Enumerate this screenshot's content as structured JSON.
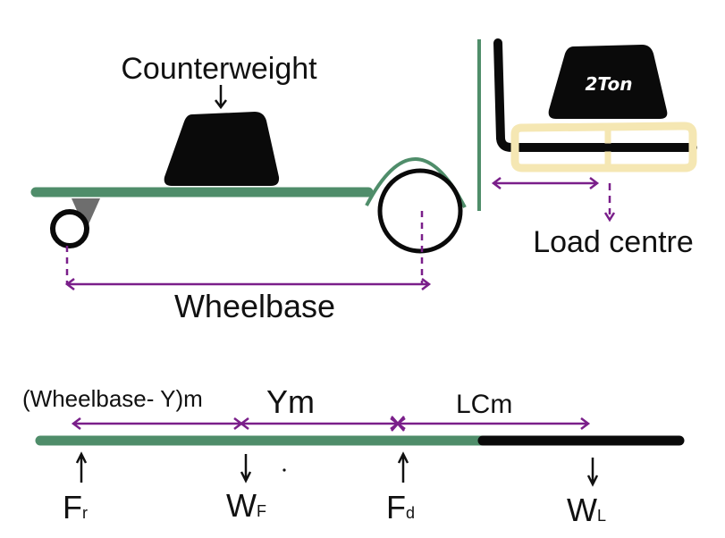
{
  "colors": {
    "frame_green": "#4f8d6a",
    "dimension_purple": "#7a1f8a",
    "black": "#0a0a0a",
    "pallet_cream": "#f5e7b3"
  },
  "top": {
    "counterweight_label": "Counterweight",
    "load_text": "2Ton",
    "load_centre_label": "Load centre",
    "wheelbase_label": "Wheelbase"
  },
  "bottom": {
    "span_left_label": "(Wheelbase- Y)m",
    "span_mid_label": "Ym",
    "span_right_label": "LCm",
    "forces": [
      {
        "name": "F",
        "sub": "r",
        "direction": "up"
      },
      {
        "name": "W",
        "sub": "F",
        "direction": "down"
      },
      {
        "name": "F",
        "sub": "d",
        "direction": "up"
      },
      {
        "name": "W",
        "sub": "L",
        "direction": "down"
      }
    ]
  }
}
